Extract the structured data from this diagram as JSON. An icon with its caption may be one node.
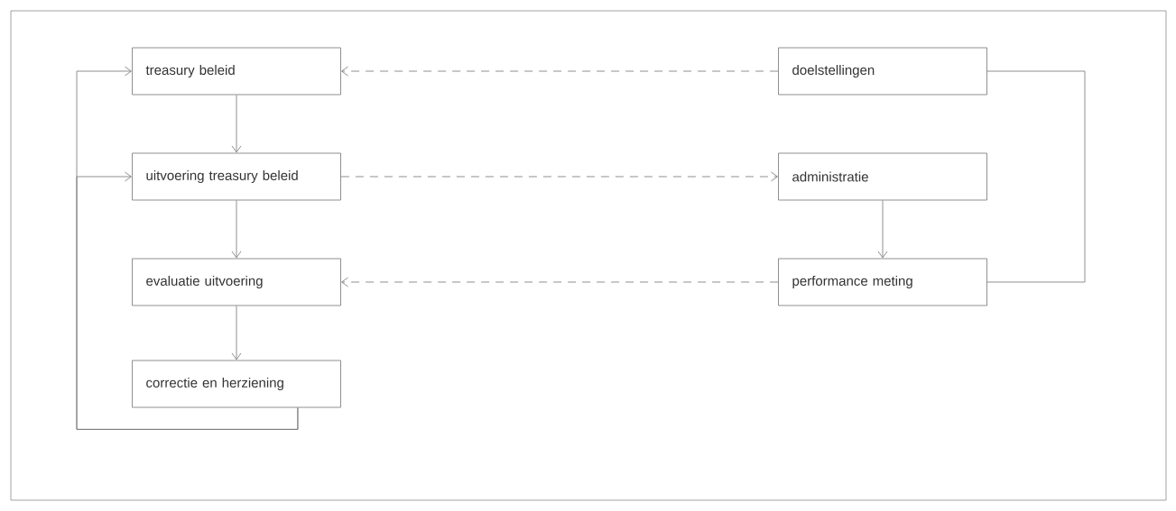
{
  "diagram": {
    "nodes": [
      {
        "text": [
          "treasury beleid"
        ]
      },
      {
        "text": [
          "uitvoering treasury beleid"
        ]
      },
      {
        "text": [
          "evaluatie uitvoering"
        ]
      },
      {
        "text": [
          "correctie en herziening"
        ]
      },
      {
        "text": [
          "doelstellingen"
        ]
      },
      {
        "text": [
          "administratie"
        ]
      },
      {
        "text": [
          "performance meting"
        ]
      }
    ],
    "edges": [
      {
        "from": 0,
        "to": 1,
        "arrow": "to"
      },
      {
        "from": 1,
        "to": 2,
        "arrow": "to"
      },
      {
        "from": 2,
        "to": 3,
        "arrow": "to"
      },
      {
        "from": 3,
        "to": 0,
        "arrow": "to"
      },
      {
        "from": 3,
        "to": 1,
        "arrow": "to"
      },
      {
        "from": 4,
        "to": 0,
        "arrow": "to",
        "style": "dashed"
      },
      {
        "from": 1,
        "to": 5,
        "arrow": "to",
        "style": "dashed"
      },
      {
        "from": 6,
        "to": 2,
        "arrow": "to",
        "style": "dashed"
      },
      {
        "from": 5,
        "to": 6,
        "arrow": "to"
      },
      {
        "from": 4,
        "to": 6,
        "arrow": "none"
      }
    ]
  }
}
